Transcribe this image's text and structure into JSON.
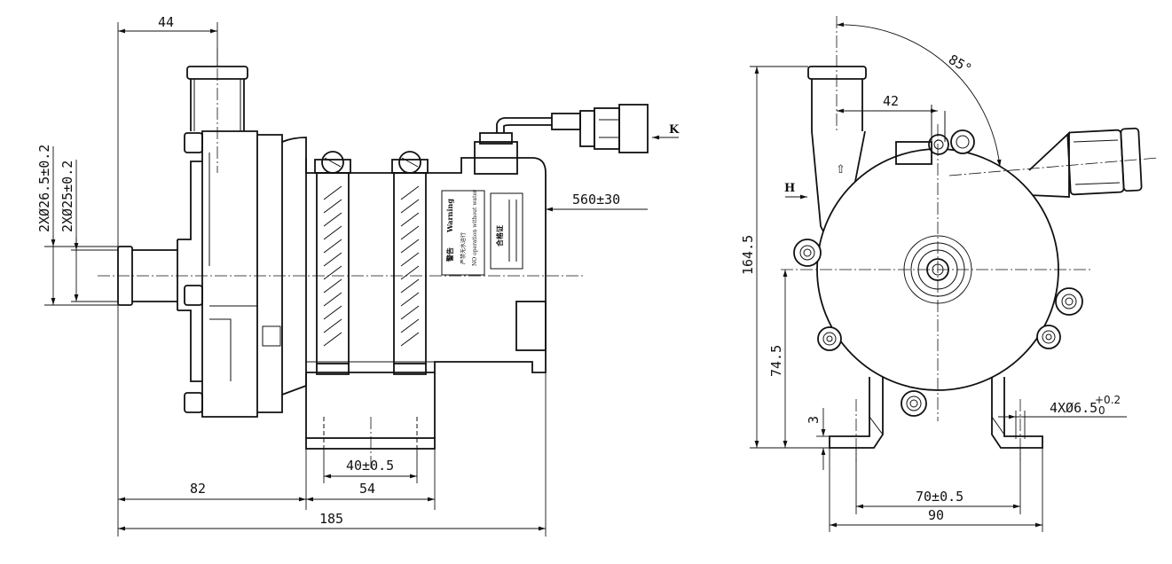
{
  "side_view": {
    "dim_top": "44",
    "dim_inner_dia": "2XØ26.5±0.2",
    "dim_outer_dia": "2XØ25±0.2",
    "dim_cable": "560±30",
    "dim_hole_spacing": "40±0.5",
    "dim_foot_width": "54",
    "dim_pos": "82",
    "dim_total": "185",
    "label_K": "K",
    "label_warning_cn": "警告",
    "label_warning_en": "Warning",
    "label_warning_line1": "严禁无水运行",
    "label_warning_line2": "NO operation without water",
    "label_plate_title": "合格证"
  },
  "front_view": {
    "dim_height": "164.5",
    "dim_center_height": "74.5",
    "dim_foot_thickness": "3",
    "dim_offset": "42",
    "dim_angle": "85°",
    "dim_holes_prefix": "4XØ6.5",
    "dim_holes_tol_upper": "+0.2",
    "dim_holes_tol_lower": "0",
    "dim_hole_spacing": "70±0.5",
    "dim_foot_width": "90",
    "label_H": "H"
  }
}
